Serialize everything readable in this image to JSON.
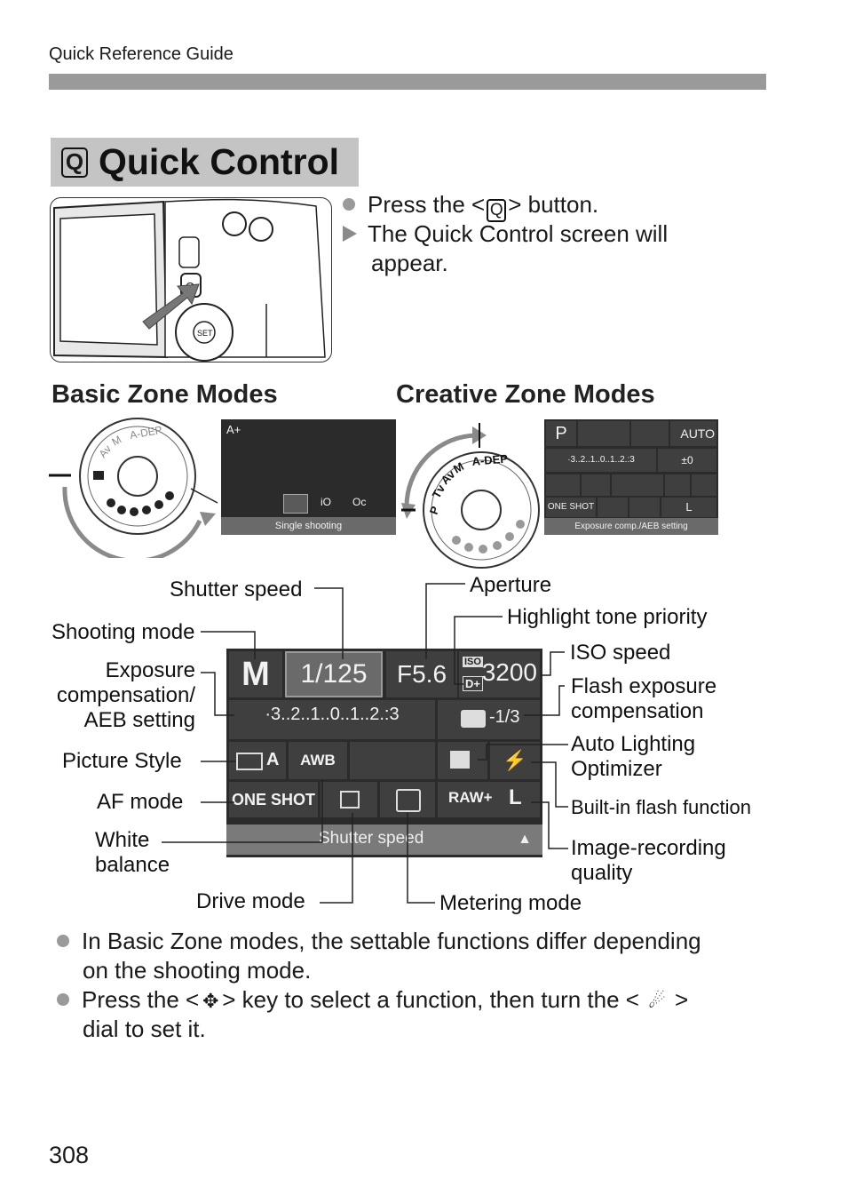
{
  "header": {
    "guide_title": "Quick Reference Guide"
  },
  "section": {
    "icon_letter": "Q",
    "title": "Quick Control"
  },
  "intro": {
    "step1_pre": "Press the <",
    "step1_icon": "Q",
    "step1_post": "> button.",
    "step2_line1": "The Quick Control screen will",
    "step2_line2": "appear."
  },
  "zones": {
    "basic_title": "Basic Zone Modes",
    "creative_title": "Creative Zone Modes",
    "basic_screen_status": "Single shooting",
    "creative_screen": {
      "mode": "P",
      "iso": "AUTO",
      "exposure_scale": "·3..2..1..0..1..2.:3",
      "flash_comp": "±0",
      "af": "ONE SHOT",
      "quality": "L",
      "status": "Exposure comp./AEB setting"
    }
  },
  "diagram": {
    "screen": {
      "mode": "M",
      "shutter": "1/125",
      "aperture": "F5.6",
      "iso_tag": "ISO",
      "htp_tag": "D+",
      "iso": "3200",
      "exposure_scale": "·3..2..1..0..1..2.:3",
      "flash_comp": "-1/3",
      "picture_style": "A",
      "white_balance": "AWB",
      "af": "ONE SHOT",
      "quality_raw": "RAW+",
      "quality_l": "L",
      "status": "Shutter speed"
    },
    "labels": {
      "shutter_speed": "Shutter speed",
      "aperture": "Aperture",
      "highlight_tone_priority": "Highlight tone priority",
      "shooting_mode": "Shooting mode",
      "iso_speed": "ISO speed",
      "exposure_comp_1": "Exposure",
      "exposure_comp_2": "compensation/",
      "exposure_comp_3": "AEB setting",
      "flash_comp_1": "Flash exposure",
      "flash_comp_2": "compensation",
      "picture_style": "Picture Style",
      "alo_1": "Auto Lighting",
      "alo_2": "Optimizer",
      "af_mode": "AF mode",
      "builtin_flash": "Built-in flash function",
      "white_balance_1": "White",
      "white_balance_2": "balance",
      "image_quality_1": "Image-recording",
      "image_quality_2": "quality",
      "drive_mode": "Drive mode",
      "metering_mode": "Metering mode"
    }
  },
  "notes": {
    "note1_line1": "In Basic Zone modes, the settable functions differ depending",
    "note1_line2": "on the shooting mode.",
    "note2_pre": "Press the <",
    "note2_mid": "> key to select a function, then turn the <",
    "note2_post": ">",
    "note2_line2": "dial to set it."
  },
  "page_number": "308",
  "colors": {
    "header_bar": "#9a9a9a",
    "title_bg": "#c4c4c4",
    "screen_bg": "#2b2b2b",
    "screen_cell": "#3f3f3f"
  }
}
